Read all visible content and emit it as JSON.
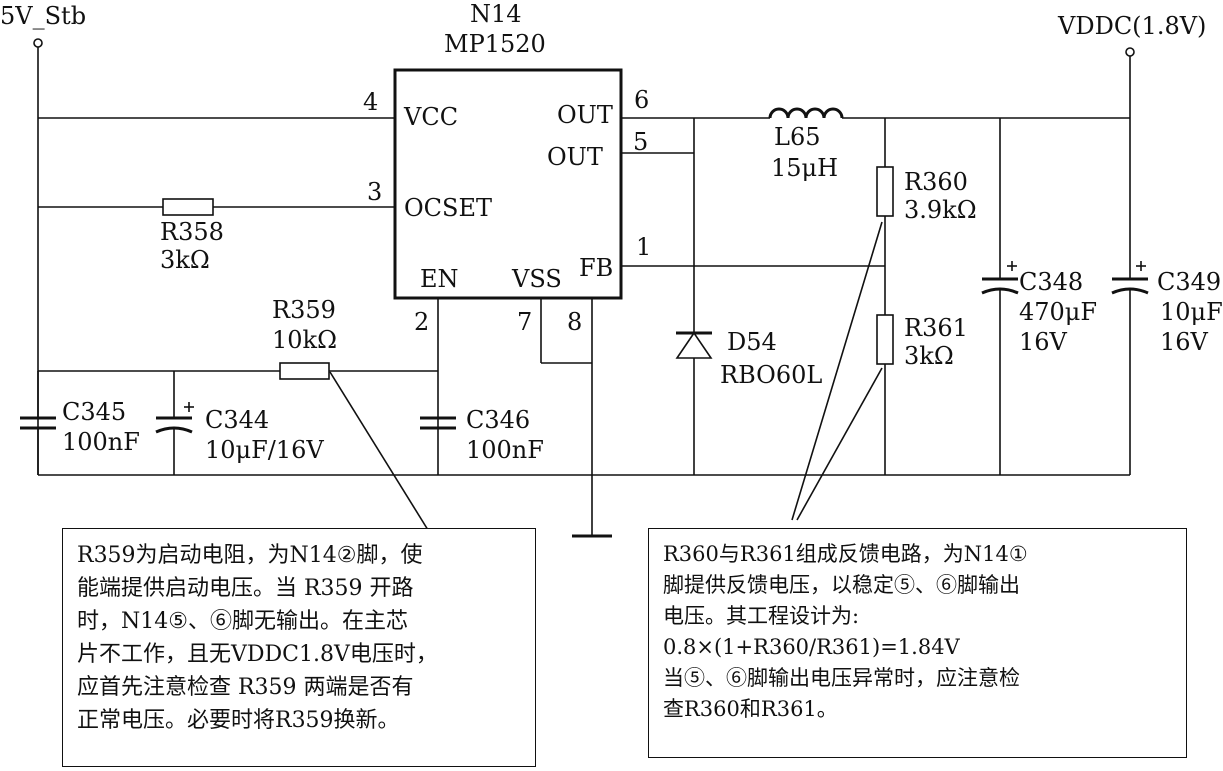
{
  "supply_left": "5V_Stb",
  "supply_right": "VDDC(1.8V)",
  "ic": {
    "designator": "N14",
    "part": "MP1520",
    "pins": {
      "vcc": "VCC",
      "ocset": "OCSET",
      "en": "EN",
      "vss": "VSS",
      "out1": "OUT",
      "out2": "OUT",
      "fb": "FB"
    },
    "pin_numbers": {
      "p4": "4",
      "p3": "3",
      "p2": "2",
      "p7": "7",
      "p8": "8",
      "p6": "6",
      "p5": "5",
      "p1": "1"
    }
  },
  "components": {
    "r358": {
      "name": "R358",
      "value": "3kΩ"
    },
    "r359": {
      "name": "R359",
      "value": "10kΩ"
    },
    "c345": {
      "name": "C345",
      "value": "100nF"
    },
    "c344": {
      "name": "C344",
      "value": "10μF/16V"
    },
    "c346": {
      "name": "C346",
      "value": "100nF"
    },
    "l65": {
      "name": "L65",
      "value": "15μH"
    },
    "d54": {
      "name": "D54",
      "value": "RBO60L"
    },
    "r360": {
      "name": "R360",
      "value": "3.9kΩ"
    },
    "r361": {
      "name": "R361",
      "value": "3kΩ"
    },
    "c348": {
      "name": "C348",
      "value": "470μF",
      "voltage": "16V"
    },
    "c349": {
      "name": "C349",
      "value": "10μF",
      "voltage": "16V"
    }
  },
  "notes": {
    "left": "R359为启动电阻，为N14②脚，使\n能端提供启动电压。当 R359 开路\n时，N14⑤、⑥脚无输出。在主芯\n片不工作，且无VDDC1.8V电压时，\n应首先注意检查 R359 两端是否有\n正常电压。必要时将R359换新。",
    "right": "R360与R361组成反馈电路，为N14①\n脚提供反馈电压，以稳定⑤、⑥脚输出\n电压。其工程设计为:\n0.8×(1+R360/R361)=1.84V\n当⑤、⑥脚输出电压异常时，应注意检\n查R360和R361。"
  }
}
